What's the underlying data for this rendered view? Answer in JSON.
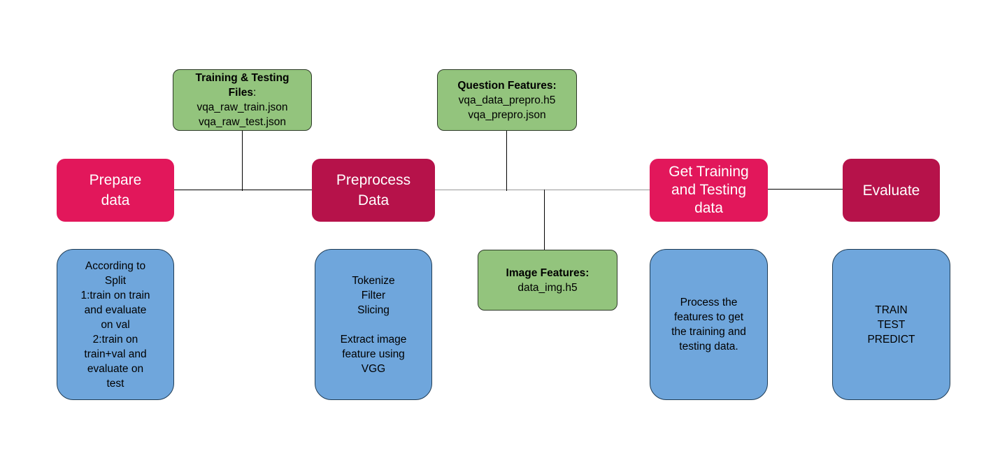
{
  "stages": {
    "prepare": {
      "lines": [
        "Prepare",
        "data"
      ],
      "color": "#e2175b"
    },
    "preprocess": {
      "lines": [
        "Preprocess",
        "Data"
      ],
      "color": "#b6124a"
    },
    "get_data": {
      "lines": [
        "Get Training",
        "and Testing",
        "data"
      ],
      "color": "#e2175b"
    },
    "evaluate": {
      "lines": [
        "Evaluate"
      ],
      "color": "#b6124a"
    }
  },
  "files": {
    "train_test": {
      "title": "Training & Testing",
      "title2": "Files",
      "title2_suffix": ":",
      "items": [
        "vqa_raw_train.json",
        "vqa_raw_test.json"
      ]
    },
    "question": {
      "title": "Question Features:",
      "items": [
        "vqa_data_prepro.h5",
        "vqa_prepro.json"
      ]
    },
    "image": {
      "title": "Image Features:",
      "items": [
        "data_img.h5"
      ]
    },
    "color": "#93c47d"
  },
  "notes": {
    "prepare": {
      "lines": [
        "According to",
        "Split",
        "1:train on train",
        "and evaluate",
        "on val",
        "2:train on",
        "train+val and",
        "evaluate on",
        "test"
      ]
    },
    "preprocess": {
      "lines": [
        "Tokenize",
        "Filter",
        "Slicing",
        "",
        "Extract image",
        "feature using",
        "VGG"
      ]
    },
    "get_data": {
      "lines": [
        "Process the",
        "features to get",
        "the training and",
        "testing data."
      ]
    },
    "evaluate": {
      "lines": [
        "TRAIN",
        "TEST",
        "PREDICT"
      ]
    },
    "color": "#6fa6dc"
  }
}
